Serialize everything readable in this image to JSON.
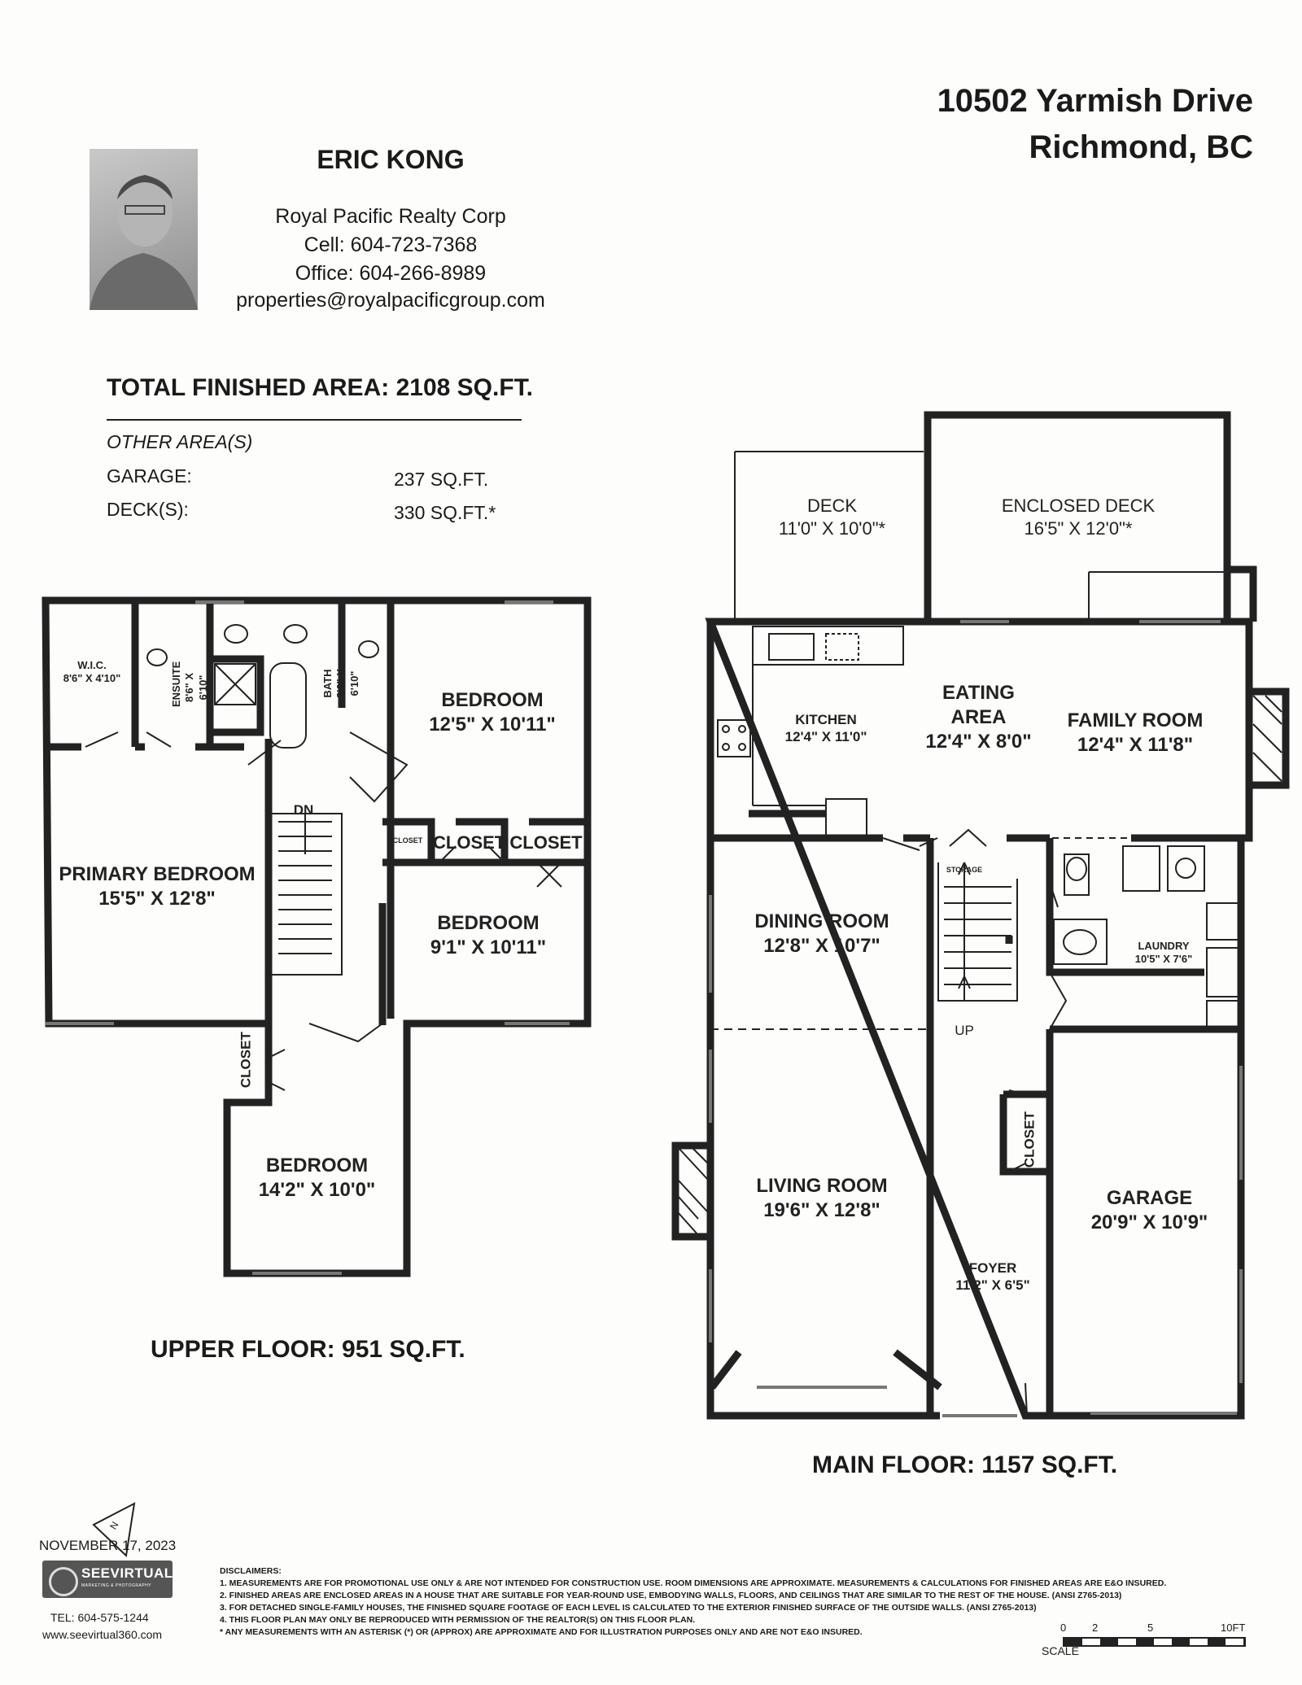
{
  "address": {
    "line1": "10502 Yarmish Drive",
    "line2": "Richmond, BC"
  },
  "agent": {
    "name": "ERIC KONG",
    "company": "Royal Pacific Realty Corp",
    "cell": "Cell: 604-723-7368",
    "office": "Office: 604-266-8989",
    "email": "properties@royalpacificgroup.com"
  },
  "areas": {
    "total_label": "TOTAL FINISHED AREA:",
    "total_value": "2108 SQ.FT.",
    "other_heading": "OTHER AREA(S)",
    "garage_label": "GARAGE:",
    "garage_value": "237 SQ.FT.",
    "deck_label": "DECK(S):",
    "deck_value": "330 SQ.FT.*"
  },
  "upper": {
    "label": "UPPER FLOOR: 951 SQ.FT.",
    "wic": {
      "name": "W.I.C.",
      "dim": "8'6\" X 4'10\""
    },
    "ensuite": {
      "name": "ENSUITE",
      "dim": "8'6\" X 6'10\""
    },
    "bath": {
      "name": "BATH",
      "dim": "8'6\" X 6'10\""
    },
    "closet_small": "CLOSET",
    "bedroom_ne": {
      "name": "BEDROOM",
      "dim": "12'5\" X 10'11\""
    },
    "primary": {
      "name": "PRIMARY BEDROOM",
      "dim": "15'5\" X 12'8\""
    },
    "closet_a": "CLOSET",
    "closet_b": "CLOSET",
    "closet_c": "CLOSET",
    "dn": "DN",
    "bedroom_e": {
      "name": "BEDROOM",
      "dim": "9'1\" X 10'11\""
    },
    "closet_v": "CLOSET",
    "bedroom_s": {
      "name": "BEDROOM",
      "dim": "14'2\" X 10'0\""
    }
  },
  "main": {
    "label": "MAIN FLOOR: 1157 SQ.FT.",
    "deck": {
      "name": "DECK",
      "dim": "11'0\" X 10'0\"*"
    },
    "enclosed_deck": {
      "name": "ENCLOSED DECK",
      "dim": "16'5\" X 12'0\"*"
    },
    "kitchen": {
      "name": "KITCHEN",
      "dim": "12'4\" X 11'0\""
    },
    "eating": {
      "name1": "EATING",
      "name2": "AREA",
      "dim": "12'4\" X 8'0\""
    },
    "family": {
      "name": "FAMILY ROOM",
      "dim": "12'4\" X 11'8\""
    },
    "dining": {
      "name": "DINING ROOM",
      "dim": "12'8\" X 10'7\""
    },
    "storage": "STORAGE",
    "laundry": {
      "name": "LAUNDRY",
      "dim": "10'5\" X 7'6\""
    },
    "up": "UP",
    "living": {
      "name": "LIVING ROOM",
      "dim": "19'6\" X 12'8\""
    },
    "closet_v": "CLOSET",
    "garage": {
      "name": "GARAGE",
      "dim": "20'9\" X 10'9\""
    },
    "foyer": {
      "name": "FOYER",
      "dim": "11'2\" X 6'5\""
    }
  },
  "compass": "N",
  "date": "NOVEMBER 17, 2023",
  "logo": {
    "name": "SEEVIRTUAL",
    "sub": "MARKETING & PHOTOGRAPHY"
  },
  "tel": "TEL: 604-575-1244",
  "website": "www.seevirtual360.com",
  "disclaimers": {
    "title": "DISCLAIMERS:",
    "l1": "1. MEASUREMENTS ARE FOR PROMOTIONAL USE ONLY & ARE NOT INTENDED FOR CONSTRUCTION USE. ROOM DIMENSIONS ARE APPROXIMATE. MEASUREMENTS & CALCULATIONS FOR FINISHED AREAS ARE E&O INSURED.",
    "l2": "2. FINISHED AREAS ARE ENCLOSED AREAS IN A HOUSE THAT ARE SUITABLE FOR YEAR-ROUND USE, EMBODYING WALLS, FLOORS, AND CEILINGS THAT ARE SIMILAR TO THE REST OF THE HOUSE. (ANSI Z765-2013)",
    "l3": "3. FOR DETACHED SINGLE-FAMILY HOUSES, THE FINISHED SQUARE FOOTAGE OF EACH LEVEL IS CALCULATED TO THE EXTERIOR FINISHED SURFACE OF THE OUTSIDE WALLS. (ANSI Z765-2013)",
    "l4": "4. THIS FLOOR PLAN MAY ONLY BE REPRODUCED WITH PERMISSION OF THE REALTOR(S) ON THIS FLOOR PLAN.",
    "l5": "* ANY MEASUREMENTS WITH AN ASTERISK (*) OR (APPROX) ARE APPROXIMATE AND FOR ILLUSTRATION PURPOSES ONLY AND ARE NOT E&O INSURED."
  },
  "scale": {
    "label": "SCALE",
    "t0": "0",
    "t2": "2",
    "t5": "5",
    "t10": "10FT"
  }
}
